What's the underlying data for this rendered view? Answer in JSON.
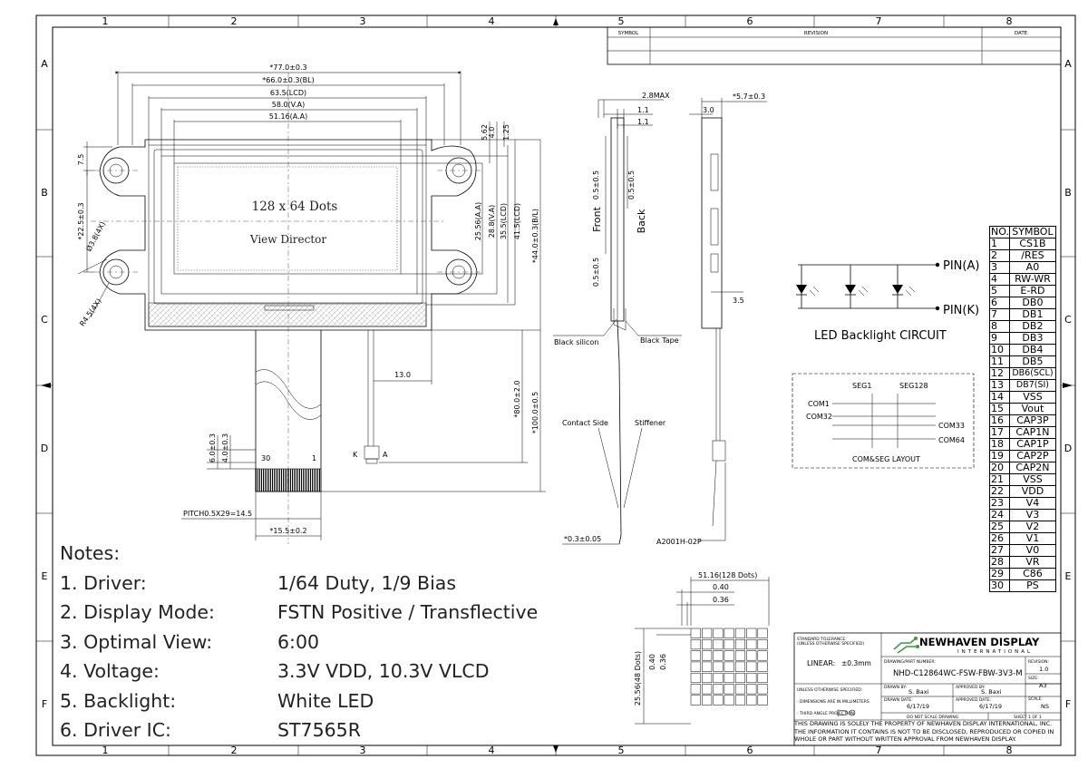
{
  "grid": {
    "columns": [
      "1",
      "2",
      "3",
      "4",
      "5",
      "6",
      "7",
      "8"
    ],
    "rows": [
      "A",
      "B",
      "C",
      "D",
      "E",
      "F"
    ]
  },
  "revision_block": {
    "symbol": "SYMBOL",
    "revision": "REVISION",
    "date": "DATE"
  },
  "front_view": {
    "dims": {
      "overall": "*77.0±0.3",
      "bl": "*66.0±0.3(BL)",
      "lcd": "63.5(LCD)",
      "va": "58.0(V.A)",
      "aa": "51.16(A.A)",
      "top_562": "5.62",
      "top_40": "4.0",
      "top_125": "1.25",
      "left_75": "7.5",
      "left_225": "*22.5±0.3",
      "hole": "Ø3.8(4X)",
      "radius": "R4.5(4X)",
      "h_aa": "25.56(A.A)",
      "h_va": "28.8(V.A)",
      "h_lcd": "35.5(LCD)",
      "h_lcd2": "41.5(LCD)",
      "h_bl": "*44.0±0.3(B/L)",
      "h_80": "*80.0±2.0",
      "h_100": "*100.0±0.5",
      "tail_13": "13.0",
      "fpc_60": "6.0±0.3",
      "fpc_40": "4.0±0.3",
      "pitch": "PITCH0.5X29=14.5",
      "fpc_w": "*15.5±0.2"
    },
    "screen_text_1": "128 x 64 Dots",
    "screen_text_2": "View Director",
    "pin_30": "30",
    "pin_1": "1",
    "conn_k": "K",
    "conn_a": "A"
  },
  "side_view": {
    "dims": {
      "max": "2.8MAX",
      "d11a": "1.1",
      "d11b": "1.1",
      "front_05": "0.5±0.5",
      "back_05": "0.5±0.5",
      "front_05b": "0.5±0.5",
      "bottom": "*0.3±0.05"
    },
    "labels": {
      "front": "Front",
      "back": "Back",
      "black_silicon": "Black silicon",
      "black_tape": "Black Tape",
      "contact_side": "Contact Side",
      "stiffener": "Stiffener"
    }
  },
  "end_view": {
    "dims": {
      "w": "*5.7±0.3",
      "d30": "3.0",
      "d35": "3.5"
    },
    "connector": "A2001H-02P"
  },
  "led_circuit": {
    "pin_a": "PIN(A)",
    "pin_k": "PIN(K)",
    "caption": "LED Backlight CIRCUIT"
  },
  "comseg": {
    "seg1": "SEG1",
    "seg128": "SEG128",
    "com1": "COM1",
    "com32": "COM32",
    "com33": "COM33",
    "com64": "COM64",
    "caption": "COM&SEG LAYOUT"
  },
  "pixel_detail": {
    "top": "51.16(128 Dots)",
    "p040": "0.40",
    "p036": "0.36",
    "v040": "0.40",
    "v036": "0.36",
    "side": "25.56(48 Dots)"
  },
  "pin_table": {
    "header": {
      "no": "NO.",
      "symbol": "SYMBOL"
    },
    "rows": [
      {
        "no": "1",
        "sym": "CS1B"
      },
      {
        "no": "2",
        "sym": "/RES"
      },
      {
        "no": "3",
        "sym": "A0"
      },
      {
        "no": "4",
        "sym": "RW-WR"
      },
      {
        "no": "5",
        "sym": "E-RD"
      },
      {
        "no": "6",
        "sym": "DB0"
      },
      {
        "no": "7",
        "sym": "DB1"
      },
      {
        "no": "8",
        "sym": "DB2"
      },
      {
        "no": "9",
        "sym": "DB3"
      },
      {
        "no": "10",
        "sym": "DB4"
      },
      {
        "no": "11",
        "sym": "DB5"
      },
      {
        "no": "12",
        "sym": "DB6(SCL)"
      },
      {
        "no": "13",
        "sym": "DB7(SI)"
      },
      {
        "no": "14",
        "sym": "VSS"
      },
      {
        "no": "15",
        "sym": "Vout"
      },
      {
        "no": "16",
        "sym": "CAP3P"
      },
      {
        "no": "17",
        "sym": "CAP1N"
      },
      {
        "no": "18",
        "sym": "CAP1P"
      },
      {
        "no": "19",
        "sym": "CAP2P"
      },
      {
        "no": "20",
        "sym": "CAP2N"
      },
      {
        "no": "21",
        "sym": "VSS"
      },
      {
        "no": "22",
        "sym": "VDD"
      },
      {
        "no": "23",
        "sym": "V4"
      },
      {
        "no": "24",
        "sym": "V3"
      },
      {
        "no": "25",
        "sym": "V2"
      },
      {
        "no": "26",
        "sym": "V1"
      },
      {
        "no": "27",
        "sym": "V0"
      },
      {
        "no": "28",
        "sym": "VR"
      },
      {
        "no": "29",
        "sym": "C86"
      },
      {
        "no": "30",
        "sym": "PS"
      }
    ]
  },
  "notes": {
    "title": "Notes:",
    "items": [
      {
        "k": "1. Driver:",
        "v": "1/64 Duty, 1/9 Bias"
      },
      {
        "k": "2. Display Mode:",
        "v": "FSTN Positive / Transflective"
      },
      {
        "k": "3. Optimal View:",
        "v": "6:00"
      },
      {
        "k": "4. Voltage:",
        "v": "3.3V VDD, 10.3V VLCD"
      },
      {
        "k": "5. Backlight:",
        "v": "White LED"
      },
      {
        "k": "6. Driver IC:",
        "v": "ST7565R"
      }
    ]
  },
  "title_block": {
    "tol_title": "STANDARD TOLERANCE:",
    "tol_sub": "(UNLESS OTHERWISE SPECIFIED)",
    "linear": "LINEAR:",
    "linear_val": "±0.3mm",
    "unless": "UNLESS OTHERWISE SPECIFIED:",
    "mm": "- DIMENSIONS ARE IN MILLIMETERS",
    "angle": "- THIRD ANGLE PROJECTION",
    "company": "NEWHAVEN DISPLAY",
    "company_sub": "INTERNATIONAL",
    "part_label": "DRAWING/PART NUMBER:",
    "part": "NHD-C12864WC-FSW-FBW-3V3-M",
    "rev_label": "REVISION:",
    "rev": "1.0",
    "size_label": "SIZE:",
    "size": "A3",
    "drawn_label": "DRAWN BY:",
    "drawn": "S. Baxi",
    "approved_label": "APPROVED BY:",
    "approved": "S. Baxi",
    "scale_label": "SCALE:",
    "scale": "NS",
    "drawn_date_label": "DRAWN DATE:",
    "drawn_date": "6/17/19",
    "approved_date_label": "APPROVED DATE:",
    "approved_date": "6/17/19",
    "no_scale": "DO NOT SCALE DRAWING",
    "sheet": "SHEET 1 OF 1",
    "disclaimer": "THIS DRAWING IS SOLELY THE PROPERTY OF NEWHAVEN DISPLAY INTERNATIONAL, INC. THE INFORMATION IT CONTAINS IS NOT TO BE DISCLOSED, REPRODUCED OR COPIED IN WHOLE OR PART WITHOUT WRITTEN APPROVAL FROM NEWHAVEN DISPLAY."
  }
}
